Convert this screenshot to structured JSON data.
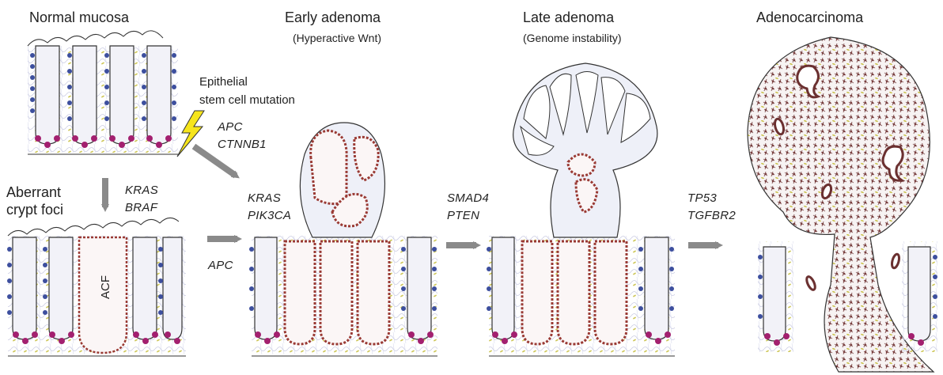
{
  "stages": {
    "normal": {
      "title": "Normal mucosa"
    },
    "early": {
      "title": "Early adenoma",
      "subtitle": "(Hyperactive Wnt)"
    },
    "late": {
      "title": "Late adenoma",
      "subtitle": "(Genome instability)"
    },
    "carcinoma": {
      "title": "Adenocarcinoma"
    }
  },
  "annotations": {
    "stem_mutation": [
      "Epithelial",
      "stem cell mutation"
    ],
    "aberrant_crypt_foci": [
      "Aberrant",
      "crypt foci"
    ],
    "acf_label": "ACF"
  },
  "mutations": {
    "normal_to_early": [
      "APC",
      "CTNNB1"
    ],
    "normal_to_acf": [
      "KRAS",
      "BRAF"
    ],
    "acf_to_early": "APC",
    "early_extra": [
      "KRAS",
      "PIK3CA"
    ],
    "early_to_late": [
      "SMAD4",
      "PTEN"
    ],
    "late_to_carcinoma": [
      "TP53",
      "TGFBR2"
    ]
  },
  "colors": {
    "nuclei_blue": "#3d4f9e",
    "stem_magenta": "#a3206f",
    "adenoma_red": "#9a3a34",
    "stroma_line": "#b9bcd8",
    "arrow_gray": "#8a8a8a",
    "lightning_yellow": "#f6e51c"
  }
}
